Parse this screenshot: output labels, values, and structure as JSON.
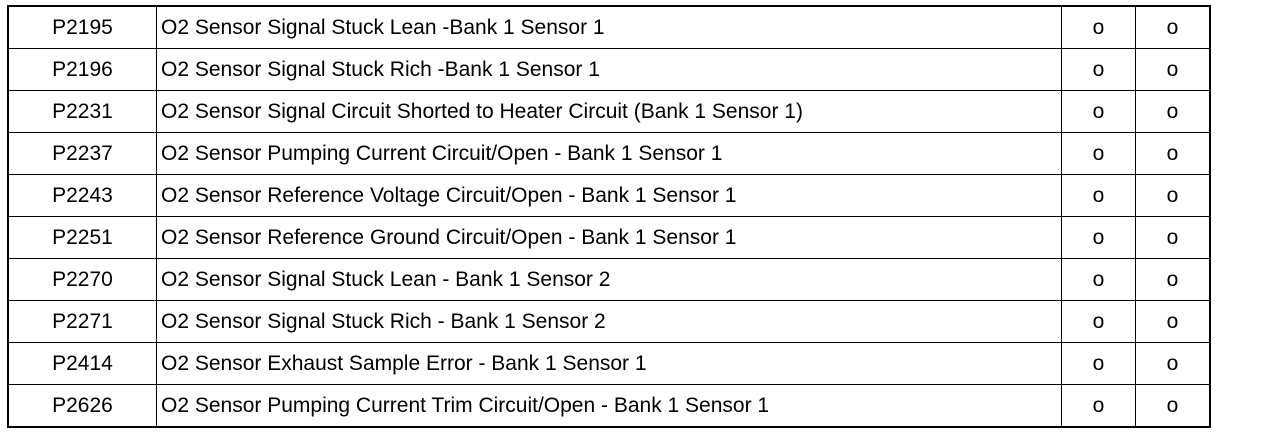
{
  "table": {
    "rows": [
      {
        "code": "P2195",
        "description": "O2 Sensor Signal Stuck Lean -Bank 1 Sensor 1",
        "mark1": "o",
        "mark2": "o"
      },
      {
        "code": "P2196",
        "description": "O2 Sensor Signal Stuck Rich -Bank 1 Sensor 1",
        "mark1": "o",
        "mark2": "o"
      },
      {
        "code": "P2231",
        "description": "O2 Sensor Signal Circuit Shorted to Heater Circuit (Bank 1 Sensor 1)",
        "mark1": "o",
        "mark2": "o"
      },
      {
        "code": "P2237",
        "description": "O2 Sensor Pumping Current Circuit/Open - Bank 1 Sensor 1",
        "mark1": "o",
        "mark2": "o"
      },
      {
        "code": "P2243",
        "description": "O2 Sensor Reference Voltage Circuit/Open - Bank 1 Sensor 1",
        "mark1": "o",
        "mark2": "o"
      },
      {
        "code": "P2251",
        "description": "O2 Sensor Reference Ground Circuit/Open - Bank 1 Sensor 1",
        "mark1": "o",
        "mark2": "o"
      },
      {
        "code": "P2270",
        "description": "O2 Sensor Signal Stuck Lean - Bank 1 Sensor 2",
        "mark1": "o",
        "mark2": "o"
      },
      {
        "code": "P2271",
        "description": "O2 Sensor Signal Stuck Rich - Bank 1 Sensor 2",
        "mark1": "o",
        "mark2": "o"
      },
      {
        "code": "P2414",
        "description": "O2 Sensor Exhaust Sample Error - Bank 1 Sensor 1",
        "mark1": "o",
        "mark2": "o"
      },
      {
        "code": "P2626",
        "description": "O2 Sensor Pumping Current Trim Circuit/Open - Bank 1 Sensor 1",
        "mark1": "o",
        "mark2": "o"
      }
    ]
  }
}
